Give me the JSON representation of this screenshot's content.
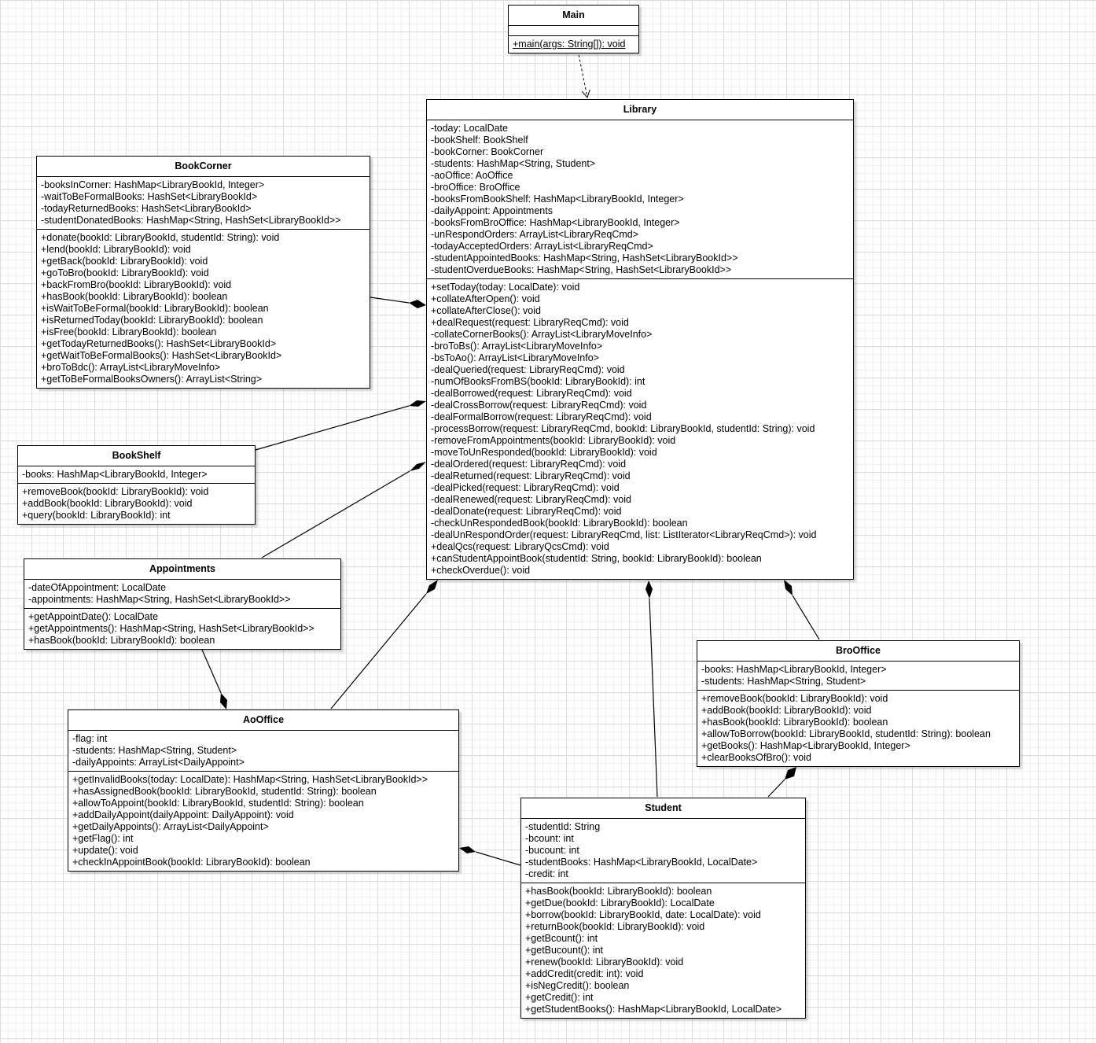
{
  "classes": {
    "main": {
      "name": "Main",
      "attributes": [],
      "methods": [
        "+main(args: String[]): void"
      ]
    },
    "library": {
      "name": "Library",
      "attributes": [
        "-today: LocalDate",
        "-bookShelf: BookShelf",
        "-bookCorner: BookCorner",
        "-students: HashMap<String, Student>",
        "-aoOffice: AoOffice",
        "-broOffice: BroOffice",
        "-booksFromBookShelf: HashMap<LibraryBookId, Integer>",
        "-dailyAppoint: Appointments",
        "-booksFromBroOffice: HashMap<LibraryBookId, Integer>",
        "-unRespondOrders: ArrayList<LibraryReqCmd>",
        "-todayAcceptedOrders: ArrayList<LibraryReqCmd>",
        "-studentAppointedBooks: HashMap<String, HashSet<LibraryBookId>>",
        "-studentOverdueBooks: HashMap<String, HashSet<LibraryBookId>>"
      ],
      "methods": [
        "+setToday(today: LocalDate): void",
        "+collateAfterOpen(): void",
        "+collateAfterClose(): void",
        "+dealRequest(request: LibraryReqCmd): void",
        "-collateCornerBooks(): ArrayList<LibraryMoveInfo>",
        "-broToBs(): ArrayList<LibraryMoveInfo>",
        "-bsToAo(): ArrayList<LibraryMoveInfo>",
        "-dealQueried(request: LibraryReqCmd): void",
        "-numOfBooksFromBS(bookId: LibraryBookId): int",
        "-dealBorrowed(request: LibraryReqCmd): void",
        "-dealCrossBorrow(request: LibraryReqCmd): void",
        "-dealFormalBorrow(request: LibraryReqCmd): void",
        "-processBorrow(request: LibraryReqCmd, bookId: LibraryBookId, studentId: String): void",
        "-removeFromAppointments(bookId: LibraryBookId): void",
        "-moveToUnResponded(bookId: LibraryBookId): void",
        "-dealOrdered(request: LibraryReqCmd): void",
        "-dealReturned(request: LibraryReqCmd): void",
        "-dealPicked(request: LibraryReqCmd): void",
        "-dealRenewed(request: LibraryReqCmd): void",
        "-dealDonate(request: LibraryReqCmd): void",
        "-checkUnRespondedBook(bookId: LibraryBookId): boolean",
        "-dealUnRespondOrder(request: LibraryReqCmd, list: ListIterator<LibraryReqCmd>): void",
        "+dealQcs(request: LibraryQcsCmd): void",
        "+canStudentAppointBook(studentId: String, bookId: LibraryBookId): boolean",
        "+checkOverdue(): void"
      ]
    },
    "bookcorner": {
      "name": "BookCorner",
      "attributes": [
        "-booksInCorner: HashMap<LibraryBookId, Integer>",
        "-waitToBeFormalBooks: HashSet<LibraryBookId>",
        "-todayReturnedBooks: HashSet<LibraryBookId>",
        "-studentDonatedBooks: HashMap<String, HashSet<LibraryBookId>>"
      ],
      "methods": [
        "+donate(bookId: LibraryBookId, studentId: String): void",
        "+lend(bookId: LibraryBookId): void",
        "+getBack(bookId: LibraryBookId): void",
        "+goToBro(bookId: LibraryBookId): void",
        "+backFromBro(bookId: LibraryBookId): void",
        "+hasBook(bookId: LibraryBookId): boolean",
        "+isWaitToBeFormal(bookId: LibraryBookId): boolean",
        "+isReturnedToday(bookId: LibraryBookId): boolean",
        "+isFree(bookId: LibraryBookId): boolean",
        "+getTodayReturnedBooks(): HashSet<LibraryBookId>",
        "+getWaitToBeFormalBooks(): HashSet<LibraryBookId>",
        "+broToBdc(): ArrayList<LibraryMoveInfo>",
        "+getToBeFormalBooksOwners(): ArrayList<String>"
      ]
    },
    "bookshelf": {
      "name": "BookShelf",
      "attributes": [
        "-books: HashMap<LibraryBookId, Integer>"
      ],
      "methods": [
        "+removeBook(bookId: LibraryBookId): void",
        "+addBook(bookId: LibraryBookId): void",
        "+query(bookId: LibraryBookId): int"
      ]
    },
    "appointments": {
      "name": "Appointments",
      "attributes": [
        "-dateOfAppointment: LocalDate",
        "-appointments: HashMap<String, HashSet<LibraryBookId>>"
      ],
      "methods": [
        "+getAppointDate(): LocalDate",
        "+getAppointments(): HashMap<String, HashSet<LibraryBookId>>",
        "+hasBook(bookId: LibraryBookId): boolean"
      ]
    },
    "aooffice": {
      "name": "AoOffice",
      "attributes": [
        "-flag: int",
        "-students: HashMap<String, Student>",
        "-dailyAppoints: ArrayList<DailyAppoint>"
      ],
      "methods": [
        "+getInvalidBooks(today: LocalDate): HashMap<String, HashSet<LibraryBookId>>",
        "+hasAssignedBook(bookId: LibraryBookId, studentId: String): boolean",
        "+allowToAppoint(bookId: LibraryBookId, studentId: String): boolean",
        "+addDailyAppoint(dailyAppoint: DailyAppoint): void",
        "+getDailyAppoints(): ArrayList<DailyAppoint>",
        "+getFlag(): int",
        "+update(): void",
        "+checkInAppointBook(bookId: LibraryBookId): boolean"
      ]
    },
    "brooffice": {
      "name": "BroOffice",
      "attributes": [
        "-books: HashMap<LibraryBookId, Integer>",
        "-students: HashMap<String, Student>"
      ],
      "methods": [
        "+removeBook(bookId: LibraryBookId): void",
        "+addBook(bookId: LibraryBookId): void",
        "+hasBook(bookId: LibraryBookId): boolean",
        "+allowToBorrow(bookId: LibraryBookId, studentId: String): boolean",
        "+getBooks(): HashMap<LibraryBookId, Integer>",
        "+clearBooksOfBro(): void"
      ]
    },
    "student": {
      "name": "Student",
      "attributes": [
        "-studentId: String",
        "-bcount: int",
        "-bucount: int",
        "-studentBooks: HashMap<LibraryBookId, LocalDate>",
        "-credit: int"
      ],
      "methods": [
        "+hasBook(bookId: LibraryBookId): boolean",
        "+getDue(bookId: LibraryBookId): LocalDate",
        "+borrow(bookId: LibraryBookId, date: LocalDate): void",
        "+returnBook(bookId: LibraryBookId): void",
        "+getBcount(): int",
        "+getBucount(): int",
        "+renew(bookId: LibraryBookId): void",
        "+addCredit(credit: int): void",
        "+isNegCredit(): boolean",
        "+getCredit(): int",
        "+getStudentBooks(): HashMap<LibraryBookId, LocalDate>"
      ]
    }
  },
  "relations": [
    {
      "from": "Main",
      "to": "Library",
      "type": "dependency"
    },
    {
      "from": "Library",
      "to": "BookCorner",
      "type": "composition"
    },
    {
      "from": "Library",
      "to": "BookShelf",
      "type": "composition"
    },
    {
      "from": "Library",
      "to": "Appointments",
      "type": "composition"
    },
    {
      "from": "Library",
      "to": "AoOffice",
      "type": "composition"
    },
    {
      "from": "Library",
      "to": "Student",
      "type": "composition"
    },
    {
      "from": "Library",
      "to": "BroOffice",
      "type": "composition"
    },
    {
      "from": "AoOffice",
      "to": "Appointments",
      "type": "composition"
    },
    {
      "from": "AoOffice",
      "to": "Student",
      "type": "composition"
    },
    {
      "from": "BroOffice",
      "to": "Student",
      "type": "composition"
    }
  ]
}
